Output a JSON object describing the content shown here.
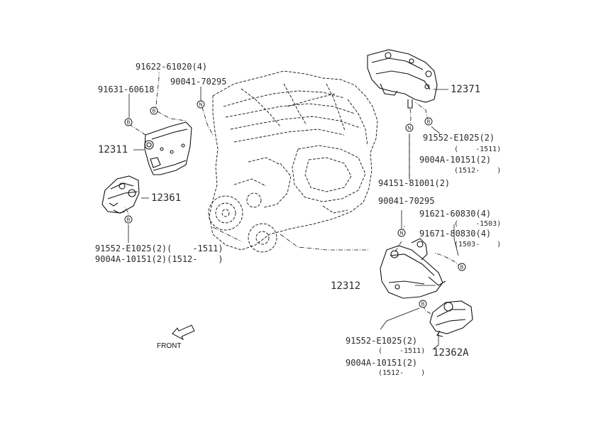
{
  "diagram": {
    "front_label": "FRONT",
    "callout_letters": {
      "b": "B",
      "n": "N"
    },
    "labels": {
      "p91622": "91622-61020(4)",
      "p90041_top": "90041-70295",
      "p91631": "91631-60618",
      "p12311": "12311",
      "p12361": "12361",
      "p91552_left": "91552-E1025(2)(    -1511)",
      "p9004A_left": "9004A-10151(2)(1512-    )",
      "p12371": "12371",
      "p91552_right": "91552-E1025(2)",
      "p91552_right_range": "(    -1511)",
      "p9004A_right": "9004A-10151(2)",
      "p9004A_right_range": "(1512-    )",
      "p94151": "94151-81001(2)",
      "p90041_mid": "90041-70295",
      "p91621": "91621-60830(4)",
      "p91621_range": "(    -1503)",
      "p91671": "91671-80830(4)",
      "p91671_range": "(1503-    )",
      "p12312": "12312",
      "p91552_bottom": "91552-E1025(2)",
      "p91552_bottom_range": "(    -1511)",
      "p9004A_bottom": "9004A-10151(2)",
      "p9004A_bottom_range": "(1512-    )",
      "p12362A": "12362A"
    }
  }
}
